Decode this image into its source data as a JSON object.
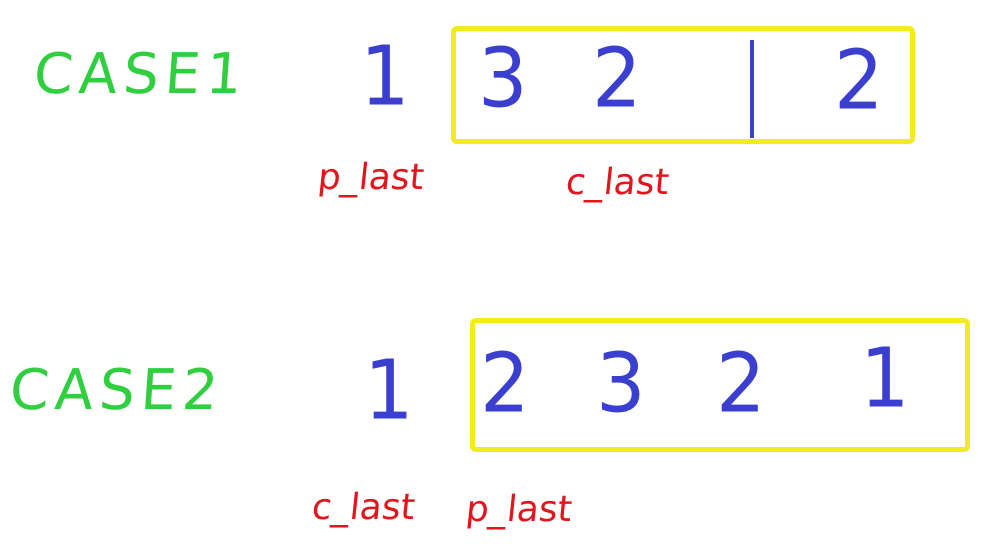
{
  "colors": {
    "case_label": "#2fcf3f",
    "number": "#3a3fd0",
    "tag": "#e3141c",
    "box": "#f2ec1e"
  },
  "case1": {
    "label": "CASE1",
    "numbers": [
      "1",
      "3",
      "2",
      "2"
    ],
    "tags": {
      "p_last": "p_last",
      "c_last": "c_last"
    }
  },
  "case2": {
    "label": "CASE2",
    "numbers": [
      "1",
      "2",
      "3",
      "2",
      "1"
    ],
    "tags": {
      "c_last": "c_last",
      "p_last": "p_last"
    }
  }
}
